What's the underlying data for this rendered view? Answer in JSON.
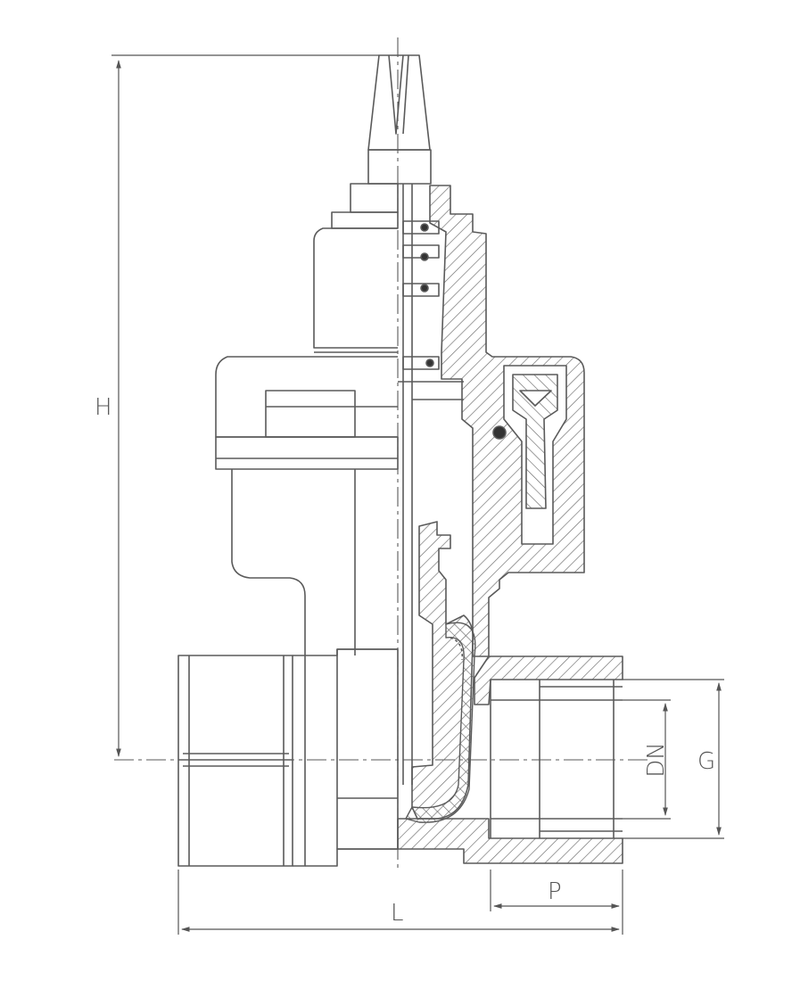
{
  "drawing": {
    "dimension_labels": {
      "height": "H",
      "length": "L",
      "nominal_diameter": "DN",
      "thread": "G",
      "thread_depth": "P"
    }
  },
  "colors": {
    "line": "#5a5a5a",
    "hatch": "#6a6a6a",
    "background": "#ffffff"
  }
}
